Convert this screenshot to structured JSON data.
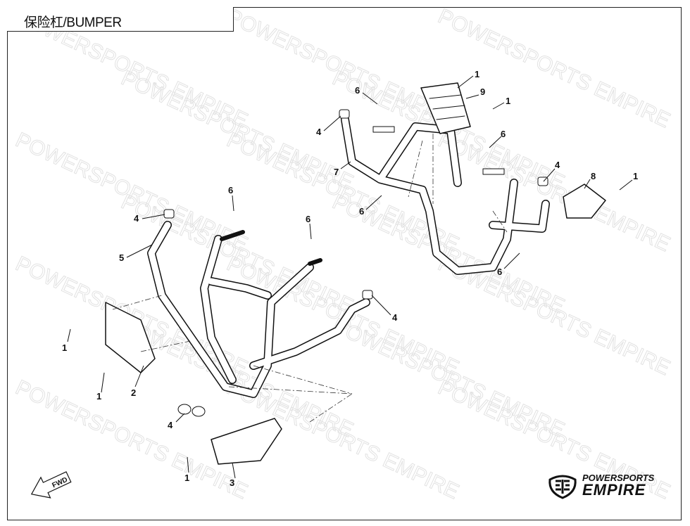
{
  "header": {
    "title": "保险杠/BUMPER"
  },
  "watermark": "POWERSPORTS EMPIRE",
  "direction_indicator": "FWD",
  "logo": {
    "line1": "POWERSPORTS",
    "line2": "EMPIRE"
  },
  "callouts": {
    "r1a": "1",
    "r9": "9",
    "r1b": "1",
    "r6a": "6",
    "r4a": "4",
    "r7": "7",
    "r6b": "6",
    "r4b": "4",
    "r8": "8",
    "r1c": "1",
    "r6c": "6",
    "r6d": "6",
    "l6a": "6",
    "l4a": "4",
    "l6b": "6",
    "l5": "5",
    "l4b": "4",
    "l1a": "1",
    "l2": "2",
    "l1b": "1",
    "l4c": "4",
    "l3": "3",
    "l1c": "1"
  }
}
